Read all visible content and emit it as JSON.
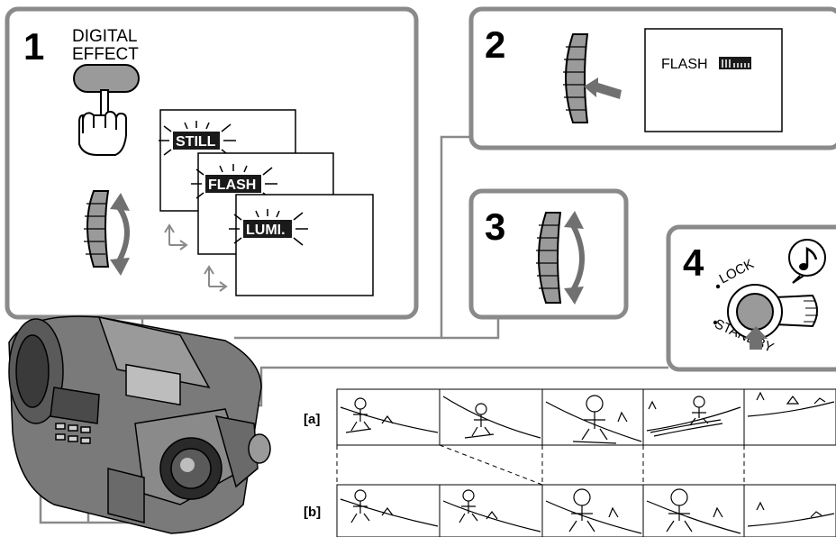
{
  "step1": {
    "number": "1",
    "button_label_line1": "DIGITAL",
    "button_label_line2": "EFFECT",
    "effects": [
      "STILL",
      "FLASH",
      "LUMI."
    ]
  },
  "step2": {
    "number": "2",
    "screen_text": "FLASH"
  },
  "step3": {
    "number": "3"
  },
  "step4": {
    "number": "4",
    "lock_label": "LOCK",
    "standby_label": "STANDBY"
  },
  "frames": {
    "row_a_label": "[a]",
    "row_b_label": "[b]"
  },
  "colors": {
    "panel_border": "#8a8a8a",
    "line": "#8a8a8a",
    "highlight_bg": "#1a1a1a",
    "button_fill": "#9a9a9a"
  }
}
